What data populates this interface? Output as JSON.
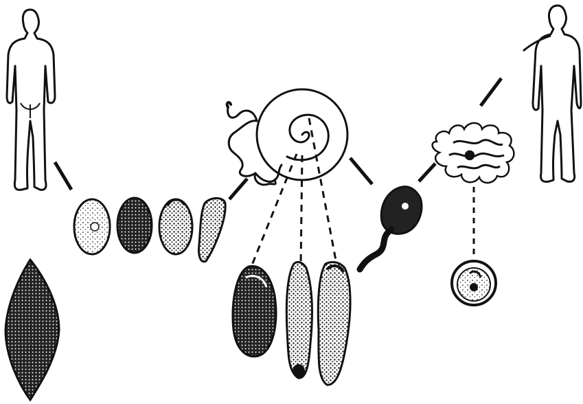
{
  "diagram": {
    "nodes": [
      {
        "id": "definitive-host",
        "icon": "human-figure-back-icon"
      },
      {
        "id": "egg-1",
        "icon": "egg-icon"
      },
      {
        "id": "egg-2",
        "icon": "egg-icon"
      },
      {
        "id": "egg-3",
        "icon": "egg-icon"
      },
      {
        "id": "egg-4",
        "icon": "egg-icon"
      },
      {
        "id": "adult-fluke",
        "icon": "leaf-shaped-fluke-icon"
      },
      {
        "id": "snail-host",
        "icon": "snail-icon"
      },
      {
        "id": "sporocyst",
        "icon": "sporocyst-icon"
      },
      {
        "id": "redia-1",
        "icon": "redia-icon"
      },
      {
        "id": "redia-2",
        "icon": "redia-icon"
      },
      {
        "id": "cercaria",
        "icon": "tailed-cercaria-icon"
      },
      {
        "id": "metacercariae-on-plant",
        "icon": "plant-cluster-icon"
      },
      {
        "id": "metacercaria",
        "icon": "cyst-icon"
      },
      {
        "id": "new-human-host",
        "icon": "human-figure-eating-icon"
      }
    ],
    "colors": {
      "ink": "#111111",
      "paper": "#ffffff"
    }
  }
}
